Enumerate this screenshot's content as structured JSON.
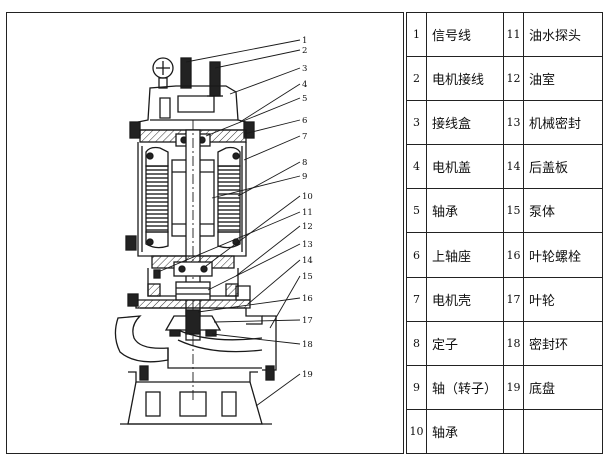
{
  "diagram": {
    "callout_numbers": [
      "1",
      "2",
      "3",
      "4",
      "5",
      "6",
      "7",
      "8",
      "9",
      "10",
      "11",
      "12",
      "13",
      "14",
      "15",
      "16",
      "17",
      "18",
      "19"
    ]
  },
  "parts": [
    {
      "num": "1",
      "name": "信号线"
    },
    {
      "num": "2",
      "name": "电机接线"
    },
    {
      "num": "3",
      "name": "接线盒"
    },
    {
      "num": "4",
      "name": "电机盖"
    },
    {
      "num": "5",
      "name": "轴承"
    },
    {
      "num": "6",
      "name": "上轴座"
    },
    {
      "num": "7",
      "name": "电机壳"
    },
    {
      "num": "8",
      "name": "定子"
    },
    {
      "num": "9",
      "name": "轴（转子）"
    },
    {
      "num": "10",
      "name": "轴承"
    },
    {
      "num": "11",
      "name": "油水探头"
    },
    {
      "num": "12",
      "name": "油室"
    },
    {
      "num": "13",
      "name": "机械密封"
    },
    {
      "num": "14",
      "name": "后盖板"
    },
    {
      "num": "15",
      "name": "泵体"
    },
    {
      "num": "16",
      "name": "叶轮螺栓"
    },
    {
      "num": "17",
      "name": "叶轮"
    },
    {
      "num": "18",
      "name": "密封环"
    },
    {
      "num": "19",
      "name": "底盘"
    }
  ]
}
